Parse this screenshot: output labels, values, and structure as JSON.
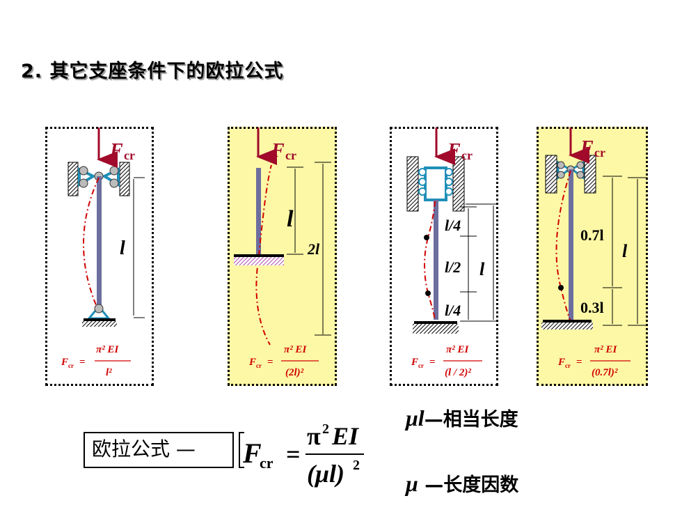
{
  "title": "2. 其它支座条件下的欧拉公式",
  "colors": {
    "highlight": "#fdf8a6",
    "force": "#a10a2a",
    "column": "#6c6e9e",
    "curve": "#d10000",
    "support": "#1f8fb8",
    "hatch_pink": "#c060c0"
  },
  "panels": [
    {
      "force": "F",
      "force_sub": "cr",
      "length_labels": [
        "l"
      ],
      "formula": {
        "lhs": "F",
        "lhs_sub": "cr",
        "num": "π² EI",
        "den": "l²"
      }
    },
    {
      "force": "F",
      "force_sub": "cr",
      "length_labels": [
        "l",
        "2l"
      ],
      "formula": {
        "lhs": "F",
        "lhs_sub": "cr",
        "num": "π² EI",
        "den": "(2l)²"
      }
    },
    {
      "force": "F",
      "force_sub": "cr",
      "length_labels": [
        "l/4",
        "l/2",
        "l",
        "l/4"
      ],
      "formula": {
        "lhs": "F",
        "lhs_sub": "cr",
        "num": "π² EI",
        "den": "(l / 2)²"
      }
    },
    {
      "force": "F",
      "force_sub": "cr",
      "length_labels": [
        "0.7l",
        "l",
        "0.3l"
      ],
      "formula": {
        "lhs": "F",
        "lhs_sub": "cr",
        "num": "π² EI",
        "den": "(0.7l)²"
      }
    }
  ],
  "main_formula": {
    "label": "欧拉公式 —",
    "lhs": "F",
    "lhs_sub": "cr",
    "equals": "=",
    "num_pi": "π",
    "num_exp": "2",
    "num_rest": "EI",
    "den": "(μl)",
    "den_exp": "2"
  },
  "definitions": [
    {
      "symbol": "μl",
      "text": "—相当长度"
    },
    {
      "symbol": "μ",
      "text": " —长度因数"
    }
  ]
}
